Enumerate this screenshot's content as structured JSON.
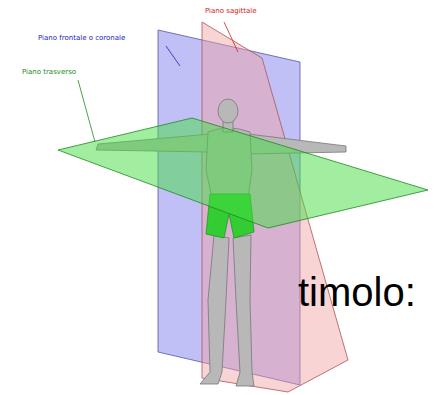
{
  "diagram": {
    "labels": [
      "Piano sagittale",
      "Piano frontale o coronale",
      "Piano trasverso",
      "timolo:"
    ]
  }
}
